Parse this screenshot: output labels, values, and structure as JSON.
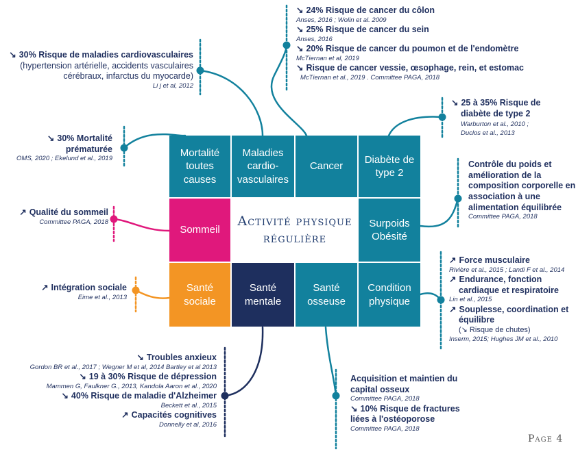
{
  "center_title": [
    "Activité physique",
    "régulière"
  ],
  "colors": {
    "teal": "#12819d",
    "magenta": "#e0187c",
    "orange": "#f39524",
    "navy": "#1e2f5e",
    "dark_text": "#1f2f5e"
  },
  "tiles": {
    "mortalite": "Mortalité\ntoutes\ncauses",
    "cardio": "Maladies\ncardio-\nvasculaires",
    "cancer": "Cancer",
    "diabete": "Diabète de\ntype 2",
    "sommeil": "Sommeil",
    "surpoids": "Surpoids\nObésité",
    "sante_sociale": "Santé\nsociale",
    "sante_mentale": "Santé\nmentale",
    "sante_osseuse": "Santé\nosseuse",
    "condition": "Condition\nphysique"
  },
  "arrows": {
    "down": "↘",
    "up": "↗"
  },
  "cancer_notes": [
    {
      "text": "24% Risque de cancer du côlon",
      "cite": "Anses, 2016 ; Wolin et al. 2009"
    },
    {
      "text": "25% Risque de cancer du sein",
      "cite": "Anses, 2016"
    },
    {
      "text": "20% Risque de cancer du poumon et de l'endomètre",
      "cite": "McTiernan et al, 2019"
    },
    {
      "text": "Risque de cancer vessie, œsophage, rein, et estomac",
      "cite": "McTiernan et al., 2019 . Committee PAGA, 2018"
    }
  ],
  "cardio_note": {
    "title": "30% Risque de maladies cardiovasculaires",
    "detail": [
      "(hypertension artérielle, accidents vasculaires",
      "cérébraux, infarctus du myocarde)"
    ],
    "cite": "Li j et al, 2012"
  },
  "mortalite_note": {
    "title": [
      "30% Mortalité",
      "prématurée"
    ],
    "cite": "OMS, 2020 ; Ekelund et al., 2019"
  },
  "diabete_note": {
    "title": [
      "25 à 35% Risque de",
      "diabète de type 2"
    ],
    "cite": [
      "Warburton et al., 2010 ;",
      "Duclos et al., 2013"
    ]
  },
  "surpoids_note": {
    "title": [
      "Contrôle du poids et",
      "amélioration de la",
      "composition corporelle en",
      "association à une",
      "alimentation équilibrée"
    ],
    "cite": "Committee PAGA, 2018"
  },
  "sommeil_note": {
    "title": "Qualité du sommeil",
    "cite": "Committee PAGA, 2018"
  },
  "sociale_note": {
    "title": "Intégration sociale",
    "cite": "Eime et al., 2013"
  },
  "condition_notes": [
    {
      "text": [
        "Force musculaire"
      ],
      "cite": "Rivière et al., 2015 ; Landi F et al., 2014"
    },
    {
      "text": [
        "Endurance, fonction",
        "cardiaque et respiratoire"
      ],
      "cite": "Lin et al., 2015"
    },
    {
      "text": [
        "Souplesse, coordination et",
        "équilibre"
      ],
      "sub": "(↘ Risque de chutes)",
      "cite": "Inserm, 2015; Hughes JM et al., 2010"
    }
  ],
  "mentale_notes": [
    {
      "text": "Troubles anxieux",
      "cite": "Gordon BR et al., 2017 ; Wegner M et al, 2014 Bartley et al 2013"
    },
    {
      "text": "19 à 30% Risque de dépression",
      "cite": "Mammen G, Faulkner G., 2013, Kandola Aaron et al., 2020"
    },
    {
      "text": "40% Risque de maladie d'Alzheimer",
      "cite": "Beckett et al., 2015"
    },
    {
      "text": "Capacités cognitives",
      "cite": "Donnelly et al, 2016"
    }
  ],
  "osseuse_notes": [
    {
      "text": [
        "Acquisition et maintien du",
        "capital osseux"
      ],
      "cite": "Committee PAGA, 2018"
    },
    {
      "text": [
        "10% Risque de fractures",
        "liées à l'ostéoporose"
      ],
      "cite": "Committee PAGA, 2018"
    }
  ],
  "page_label": "Page 4"
}
